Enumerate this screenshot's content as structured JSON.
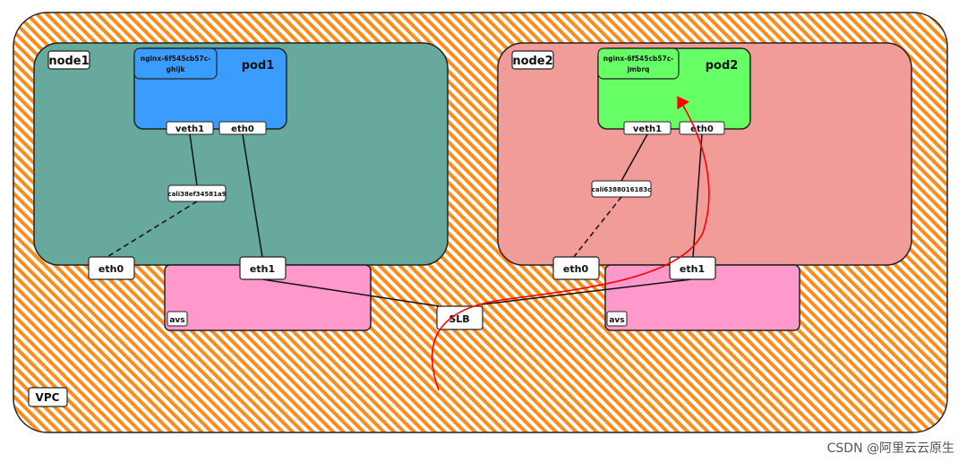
{
  "vpc": {
    "label": "VPC"
  },
  "nodes": [
    {
      "label": "node1",
      "pod": {
        "label": "pod1",
        "name": "nginx-6f545cb57c-ghijk"
      },
      "veth": "veth1",
      "pod_eth": "eth0",
      "cali": "cali38ef34581a9",
      "host_eth0": "eth0",
      "host_eth1": "eth1",
      "avs": "avs"
    },
    {
      "label": "node2",
      "pod": {
        "label": "pod2",
        "name": "nginx-6f545cb57c-jmbrq"
      },
      "veth": "veth1",
      "pod_eth": "eth0",
      "cali": "cali6388016183c",
      "host_eth0": "eth0",
      "host_eth1": "eth1",
      "avs": "avs"
    }
  ],
  "slb": "SLB",
  "watermark": "CSDN @阿里云云原生",
  "colors": {
    "vpc_fill": "#ff8c1a",
    "node1_fill": "#67a99c",
    "node2_fill": "#f19c98",
    "pod1_fill": "#3b9cff",
    "pod2_fill": "#66ff66",
    "avs_fill": "#ff99cc",
    "flow_arrow": "#ff0000"
  }
}
